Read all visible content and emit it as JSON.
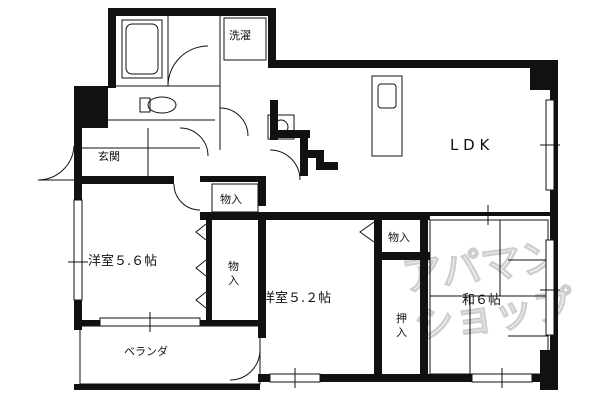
{
  "floorplan": {
    "rooms": {
      "ldk": "L D K",
      "western_room_1": "洋室５.６帖",
      "western_room_2": "洋室５.２帖",
      "japanese_room": "和６帖",
      "entrance": "玄関",
      "veranda": "ベランダ",
      "laundry": "洗濯",
      "storage_hall": "物入",
      "storage_room1": "物\n入",
      "storage_room2": "物入",
      "closet_oshiire": "押\n入"
    },
    "watermark": {
      "line1": "アパマン",
      "line2": "ショップ"
    },
    "colors": {
      "wall": "#111111",
      "background": "#ffffff",
      "watermark_stroke": "#cfcfcf"
    }
  }
}
